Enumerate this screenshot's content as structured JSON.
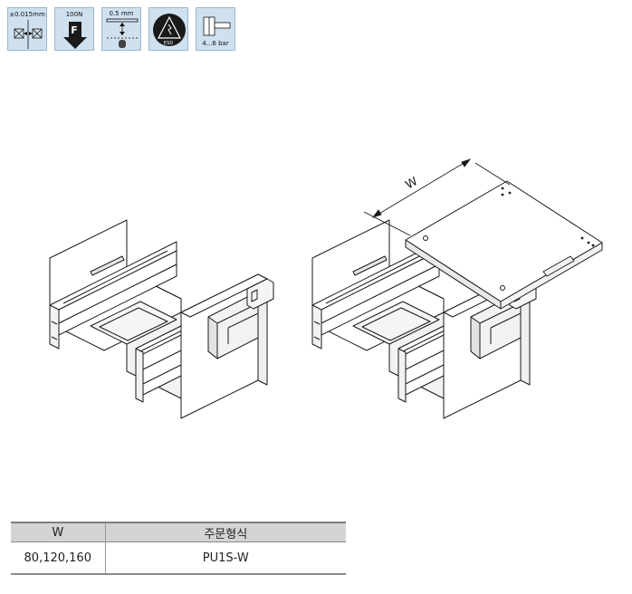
{
  "icons": [
    {
      "name": "tolerance-icon",
      "label": "±0.015mm"
    },
    {
      "name": "force-icon",
      "label": "100N",
      "glyph": "F"
    },
    {
      "name": "offset-icon",
      "label": "0.5 mm"
    },
    {
      "name": "esd-icon",
      "label": "ESD"
    },
    {
      "name": "pressure-icon",
      "label": "4...6 bar"
    }
  ],
  "drawing": {
    "dimension_label": "W"
  },
  "table": {
    "headers": [
      "W",
      "주문형식"
    ],
    "rows": [
      [
        "80,120,160",
        "PU1S-W"
      ]
    ]
  }
}
